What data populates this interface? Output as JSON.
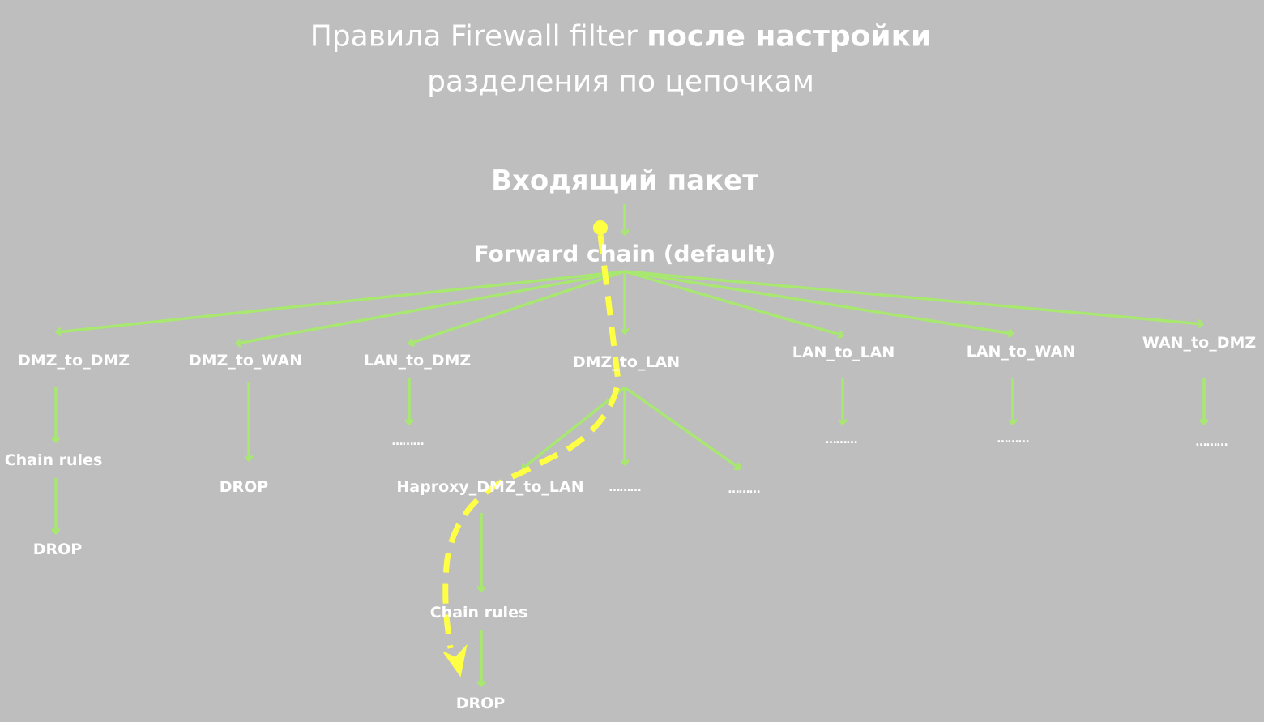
{
  "title": {
    "line1_regular": "Правила Firewall filter ",
    "line1_bold": "после настройки",
    "line2": "разделения по цепочкам"
  },
  "root": "Входящий пакет",
  "forward": "Forward chain (default)",
  "chains": [
    "DMZ_to_DMZ",
    "DMZ_to_WAN",
    "LAN_to_DMZ",
    "DMZ_to_LAN",
    "LAN_to_LAN",
    "LAN_to_WAN",
    "WAN_to_DMZ"
  ],
  "nodes": {
    "chain_rules": "Chain rules",
    "drop": "DROP",
    "ellipsis": "………",
    "haproxy": "Haproxy_DMZ_to_LAN"
  },
  "colors": {
    "background": "#bebebe",
    "arrow": "#a8e870",
    "path": "#ffff44"
  }
}
